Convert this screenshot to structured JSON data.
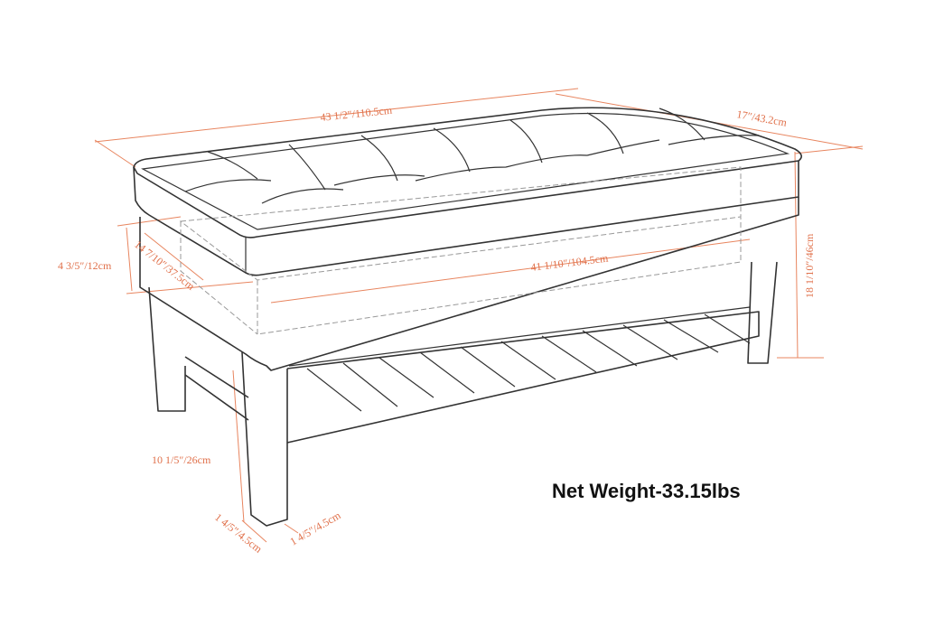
{
  "dimensions": {
    "overall_length": "43 1/2″/110.5cm",
    "overall_depth": "17″/43.2cm",
    "inner_length": "41 1/10″/104.5cm",
    "storage_height": "4 3/5″/12cm",
    "inner_depth": "14 7/10″/37.5cm",
    "overall_height": "18 1/10″/46cm",
    "shelf_height": "10 1/5″/26cm",
    "leg_width": "1 4/5″/4.5cm",
    "leg_depth": "1 4/5″/4.5cm"
  },
  "net_weight": "Net Weight-33.15lbs",
  "colors": {
    "dimension_lines": "#e0704a",
    "outline": "#333333"
  }
}
